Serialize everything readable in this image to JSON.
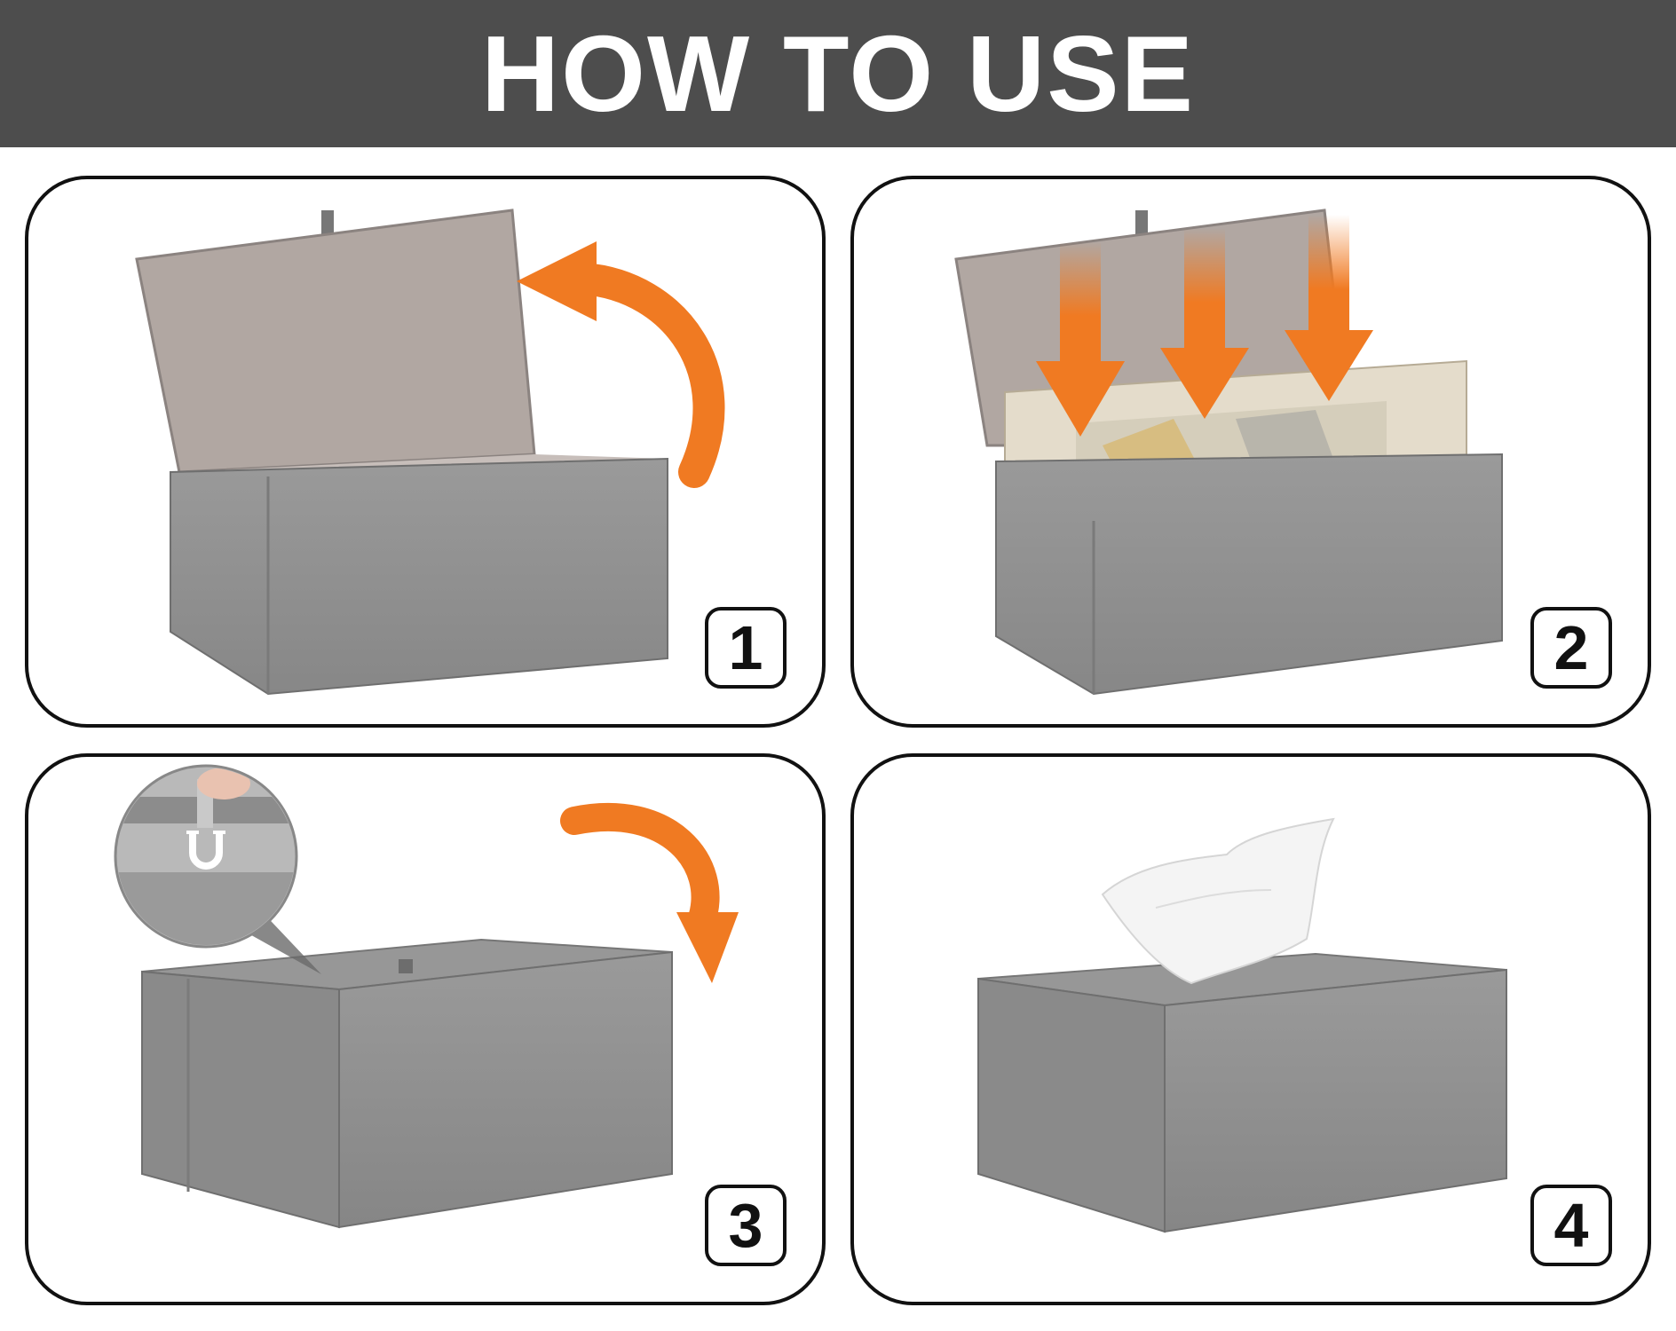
{
  "header": {
    "title": "HOW TO USE"
  },
  "colors": {
    "banner_bg": "#4d4d4d",
    "accent_arrow": "#f07a22",
    "box_gray": "#8e8e8e",
    "lid_inner": "#b3a9a4"
  },
  "steps": [
    {
      "number": "1",
      "icon": "lid-open-arrow-icon"
    },
    {
      "number": "2",
      "icon": "insert-tissue-arrows-icon"
    },
    {
      "number": "3",
      "icon": "close-lid-arrow-icon"
    },
    {
      "number": "4",
      "icon": "tissue-out-icon"
    }
  ]
}
